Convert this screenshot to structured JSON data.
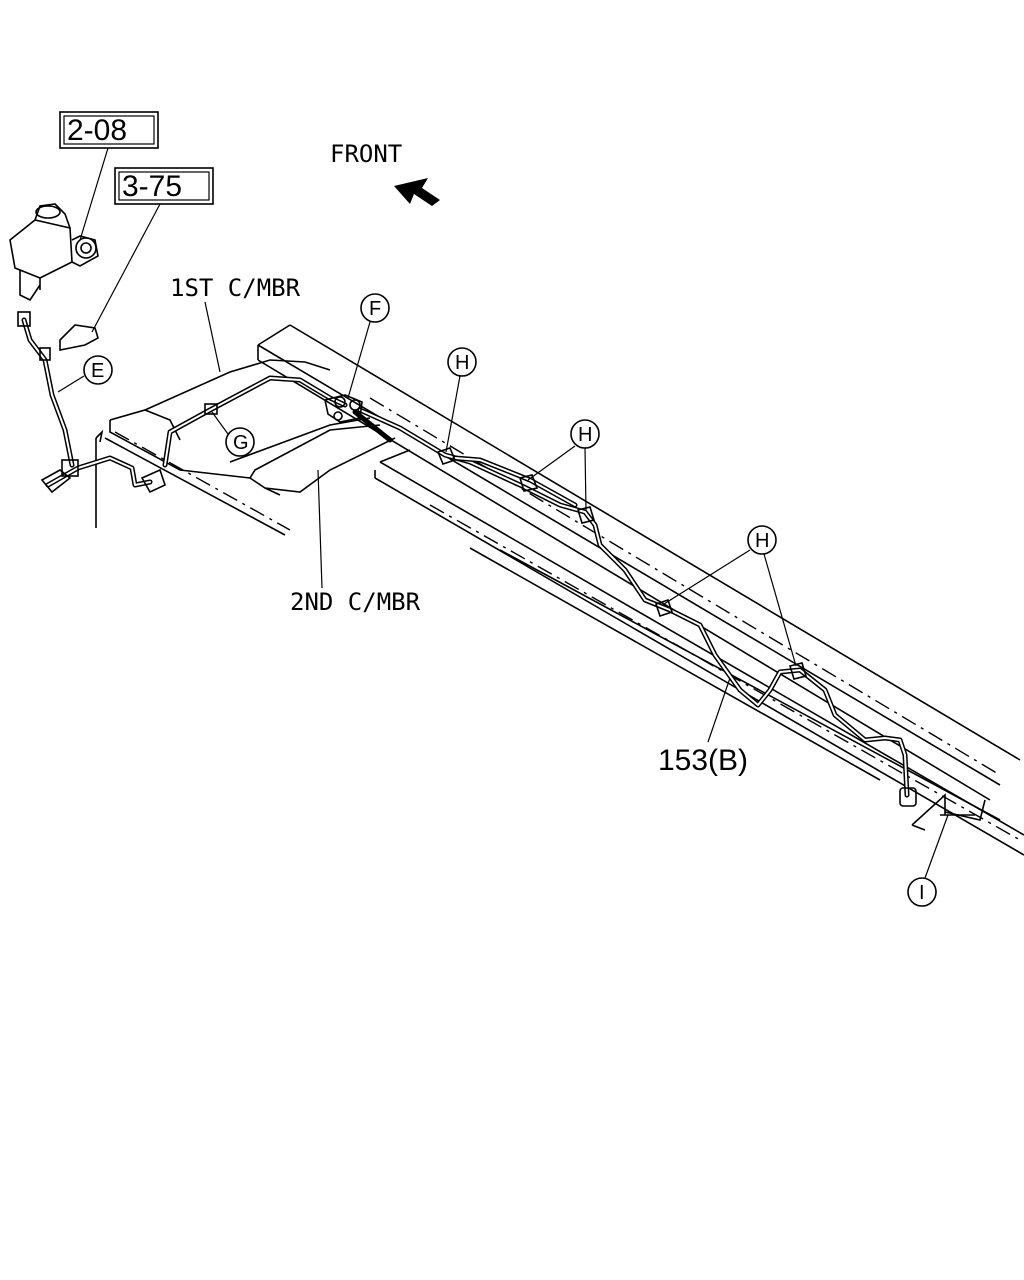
{
  "diagram": {
    "front_label": "FRONT",
    "ref_boxes": [
      "2-08",
      "3-75"
    ],
    "labels": {
      "first_member": "1ST C/MBR",
      "second_member": "2ND C/MBR",
      "part_number": "153(B)"
    },
    "callouts": {
      "e": "E",
      "f": "F",
      "g": "G",
      "h": "H",
      "i": "I"
    }
  }
}
